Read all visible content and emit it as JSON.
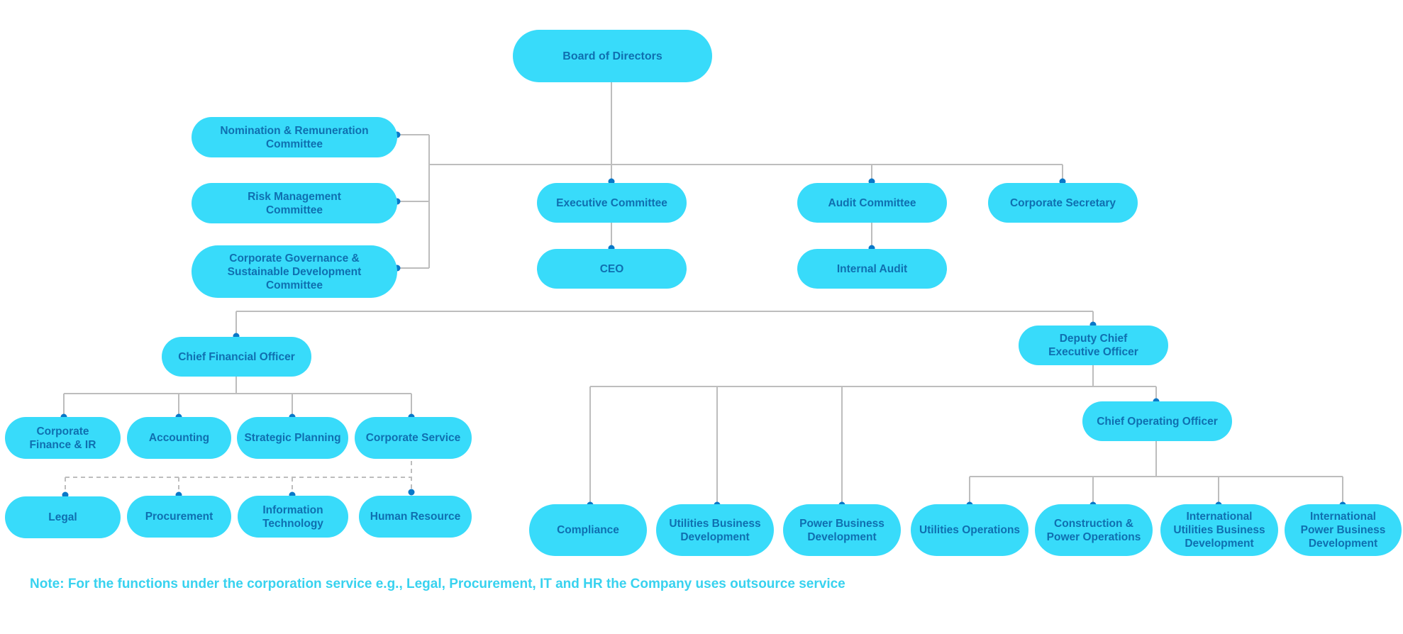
{
  "colors": {
    "node_fill": "#38dbfa",
    "node_text": "#0f6fb0",
    "connector": "#bdbdbd",
    "dot": "#0a78c8",
    "note_text": "#38d2ef"
  },
  "nodes": {
    "board": "Board of Directors",
    "nomination": "Nomination & Remuneration\nCommittee",
    "risk": "Risk Management\nCommittee",
    "governance": "Corporate Governance &\nSustainable Development\nCommittee",
    "executive_committee": "Executive Committee",
    "ceo": "CEO",
    "audit_committee": "Audit Committee",
    "internal_audit": "Internal Audit",
    "corporate_secretary": "Corporate Secretary",
    "cfo": "Chief Financial Officer",
    "deputy_ceo": "Deputy Chief\nExecutive Officer",
    "coo": "Chief Operating Officer",
    "corp_finance": "Corporate\nFinance & IR",
    "accounting": "Accounting",
    "strategic_planning": "Strategic Planning",
    "corporate_service": "Corporate Service",
    "legal": "Legal",
    "procurement": "Procurement",
    "it": "Information\nTechnology",
    "hr": "Human Resource",
    "compliance": "Compliance",
    "utilities_bd": "Utilities Business\nDevelopment",
    "power_bd": "Power Business\nDevelopment",
    "utilities_ops": "Utilities Operations",
    "construction_power_ops": "Construction &\nPower Operations",
    "intl_utilities_bd": "International\nUtilities Business\nDevelopment",
    "intl_power_bd": "International\nPower Business\nDevelopment"
  },
  "note": "Note: For the functions under the corporation service e.g., Legal, Procurement, IT and HR the Company uses outsource service"
}
